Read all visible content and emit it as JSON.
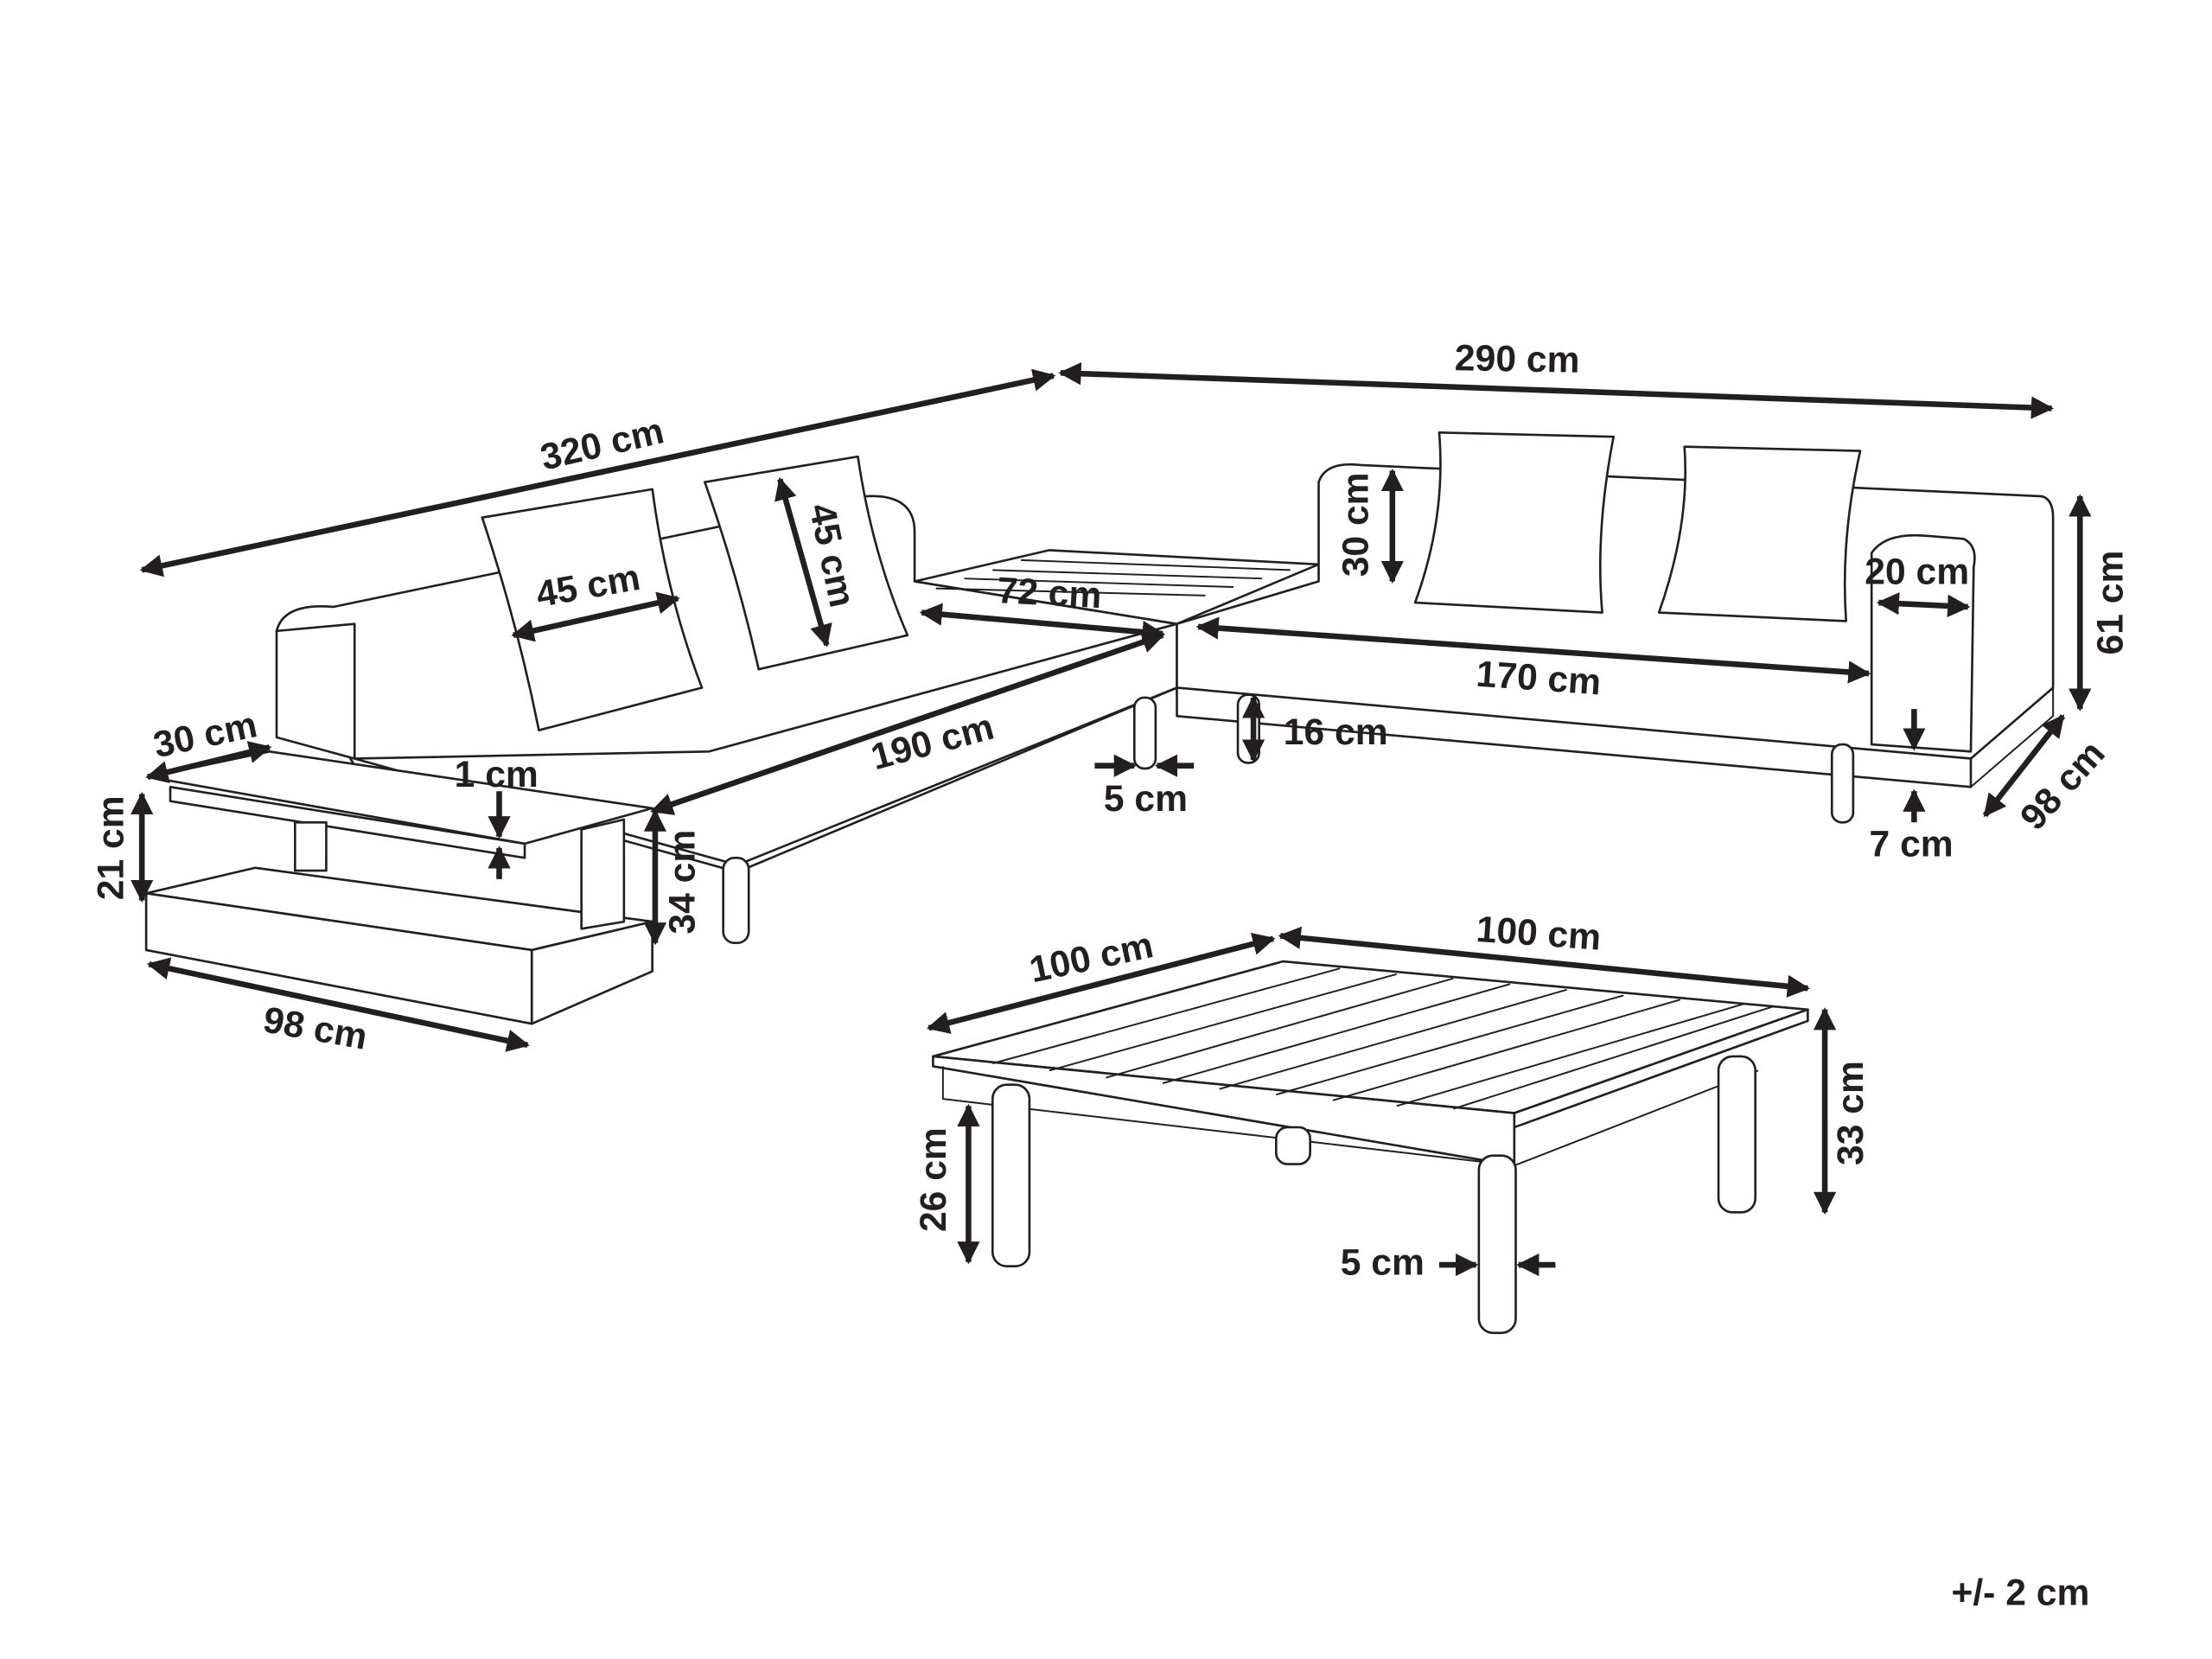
{
  "dimensions": {
    "sofa_left_length": "320 cm",
    "sofa_right_length": "290 cm",
    "pillow_width": "45 cm",
    "pillow_height": "45 cm",
    "corner_table_width": "72 cm",
    "backrest_height": "30 cm",
    "armrest_width": "20 cm",
    "total_height": "61 cm",
    "right_seat_length": "170 cm",
    "left_seat_length": "190 cm",
    "side_table_depth": "30 cm",
    "side_table_top_thickness": "1 cm",
    "side_table_shelf_gap": "21 cm",
    "side_table_height": "34 cm",
    "leg_height": "16 cm",
    "leg_width": "5 cm",
    "base_thickness": "7 cm",
    "sofa_depth": "98 cm",
    "side_table_length": "98 cm",
    "coffee_table_length_left": "100 cm",
    "coffee_table_length_right": "100 cm",
    "coffee_table_height": "33 cm",
    "coffee_table_leg_height": "26 cm",
    "coffee_table_leg_width": "5 cm"
  },
  "tolerance": "+/- 2 cm"
}
